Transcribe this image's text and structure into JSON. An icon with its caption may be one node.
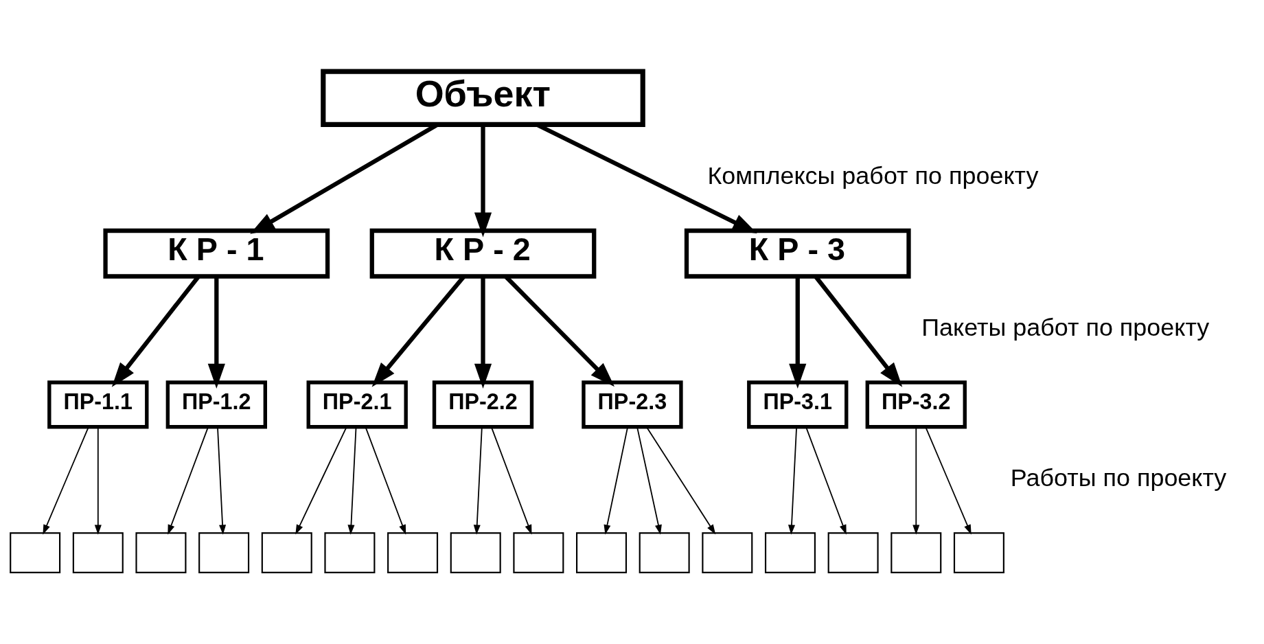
{
  "diagram": {
    "nodes": [
      {
        "text": [
          "Объект"
        ]
      },
      {
        "text": [
          "К Р - 1"
        ]
      },
      {
        "text": [
          "К Р - 2"
        ]
      },
      {
        "text": [
          "К Р - 3"
        ]
      },
      {
        "text": [
          "ПР-1.1"
        ]
      },
      {
        "text": [
          "ПР-1.2"
        ]
      },
      {
        "text": [
          "ПР-2.1"
        ]
      },
      {
        "text": [
          "ПР-2.2"
        ]
      },
      {
        "text": [
          "ПР-2.3"
        ]
      },
      {
        "text": [
          "ПР-3.1"
        ]
      },
      {
        "text": [
          "ПР-3.2"
        ]
      },
      {
        "text": [],
        "shape": "box"
      },
      {
        "text": [],
        "shape": "box"
      },
      {
        "text": [],
        "shape": "box"
      },
      {
        "text": [],
        "shape": "box"
      },
      {
        "text": [],
        "shape": "box"
      },
      {
        "text": [],
        "shape": "box"
      },
      {
        "text": [],
        "shape": "box"
      },
      {
        "text": [],
        "shape": "box"
      },
      {
        "text": [],
        "shape": "box"
      },
      {
        "text": [],
        "shape": "box"
      },
      {
        "text": [],
        "shape": "box"
      },
      {
        "text": [],
        "shape": "box"
      },
      {
        "text": [],
        "shape": "box"
      },
      {
        "text": [],
        "shape": "box"
      },
      {
        "text": [],
        "shape": "box"
      },
      {
        "text": [],
        "shape": "box"
      }
    ],
    "edges": [
      {
        "from": 0,
        "to": 1,
        "arrow": "to",
        "style": "thick"
      },
      {
        "from": 0,
        "to": 2,
        "arrow": "to",
        "style": "thick"
      },
      {
        "from": 0,
        "to": 3,
        "arrow": "to",
        "style": "thick"
      },
      {
        "from": 1,
        "to": 4,
        "arrow": "to",
        "style": "thick"
      },
      {
        "from": 1,
        "to": 5,
        "arrow": "to",
        "style": "thick"
      },
      {
        "from": 2,
        "to": 6,
        "arrow": "to",
        "style": "thick"
      },
      {
        "from": 2,
        "to": 7,
        "arrow": "to",
        "style": "thick"
      },
      {
        "from": 2,
        "to": 8,
        "arrow": "to",
        "style": "thick"
      },
      {
        "from": 3,
        "to": 9,
        "arrow": "to",
        "style": "thick"
      },
      {
        "from": 3,
        "to": 10,
        "arrow": "to",
        "style": "thick"
      },
      {
        "from": 4,
        "to": 11,
        "arrow": "to"
      },
      {
        "from": 4,
        "to": 12,
        "arrow": "to"
      },
      {
        "from": 5,
        "to": 13,
        "arrow": "to"
      },
      {
        "from": 5,
        "to": 14,
        "arrow": "to"
      },
      {
        "from": 6,
        "to": 15,
        "arrow": "to"
      },
      {
        "from": 6,
        "to": 16,
        "arrow": "to"
      },
      {
        "from": 6,
        "to": 17,
        "arrow": "to"
      },
      {
        "from": 7,
        "to": 18,
        "arrow": "to"
      },
      {
        "from": 7,
        "to": 19,
        "arrow": "to"
      },
      {
        "from": 8,
        "to": 20,
        "arrow": "to"
      },
      {
        "from": 8,
        "to": 21,
        "arrow": "to"
      },
      {
        "from": 8,
        "to": 22,
        "arrow": "to"
      },
      {
        "from": 9,
        "to": 23,
        "arrow": "to"
      },
      {
        "from": 9,
        "to": 24,
        "arrow": "to"
      },
      {
        "from": 10,
        "to": 25,
        "arrow": "to"
      },
      {
        "from": 10,
        "to": 26,
        "arrow": "to"
      }
    ],
    "labels": [
      "Комплексы работ по проекту",
      "Пакеты работ по проекту",
      "Работы по проекту"
    ]
  }
}
